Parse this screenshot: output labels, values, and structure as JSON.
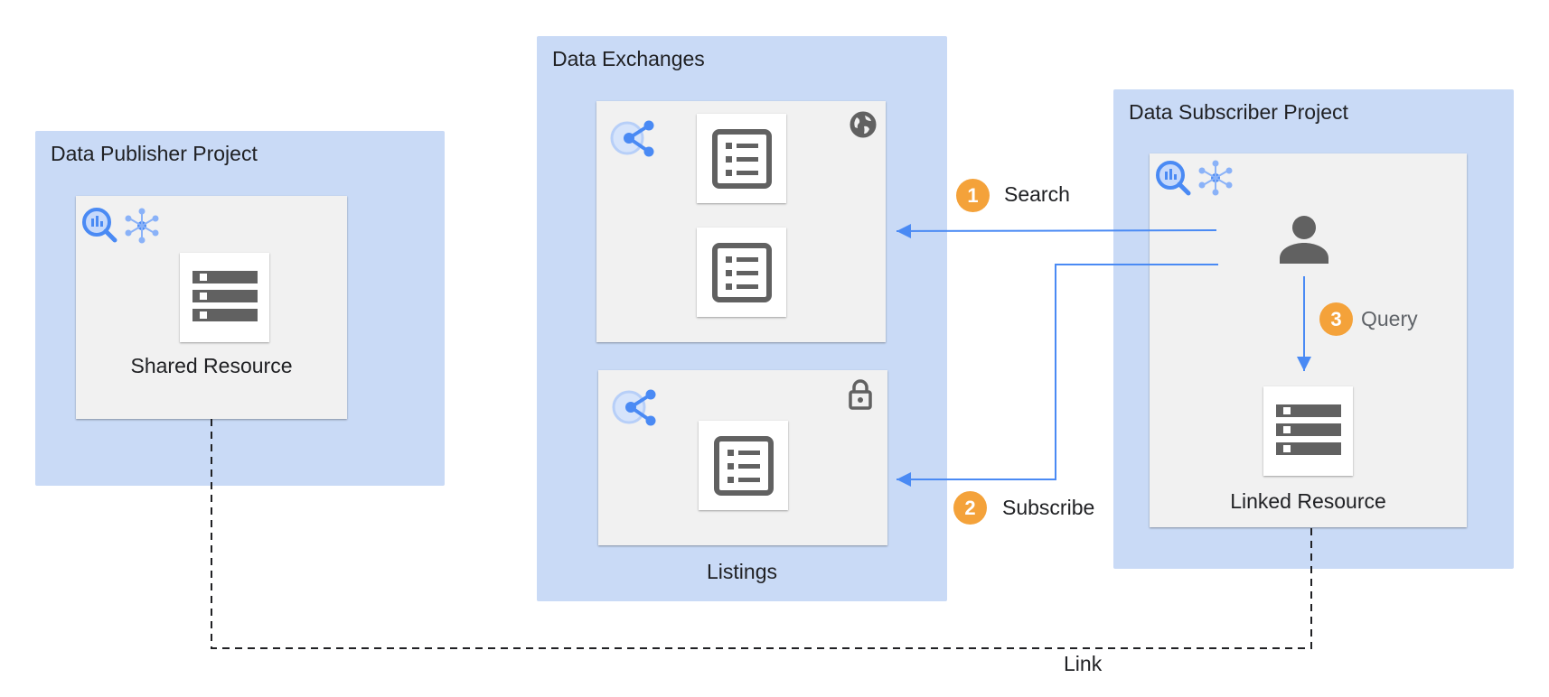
{
  "regions": {
    "publisher": {
      "title": "Data Publisher Project",
      "resource_label": "Shared Resource"
    },
    "exchanges": {
      "title": "Data Exchanges",
      "listings_label": "Listings"
    },
    "subscriber": {
      "title": "Data Subscriber Project",
      "resource_label": "Linked Resource"
    }
  },
  "steps": [
    {
      "number": "1",
      "label": "Search"
    },
    {
      "number": "2",
      "label": "Subscribe"
    },
    {
      "number": "3",
      "label": "Query"
    }
  ],
  "link_label": "Link",
  "colors": {
    "region_bg": "#c9daf6",
    "card_bg": "#f1f1f1",
    "arrow": "#4a8af4",
    "badge": "#f4a23a",
    "icon_gray": "#616161",
    "icon_blue": "#4a8af4"
  },
  "icons": {
    "bigquery": "bigquery-icon",
    "analytics_hub": "analytics-hub-icon",
    "sharing": "sharing-icon",
    "listing": "listing-icon",
    "dataset": "dataset-icon",
    "public": "globe-icon",
    "private": "lock-icon",
    "user": "user-icon"
  }
}
